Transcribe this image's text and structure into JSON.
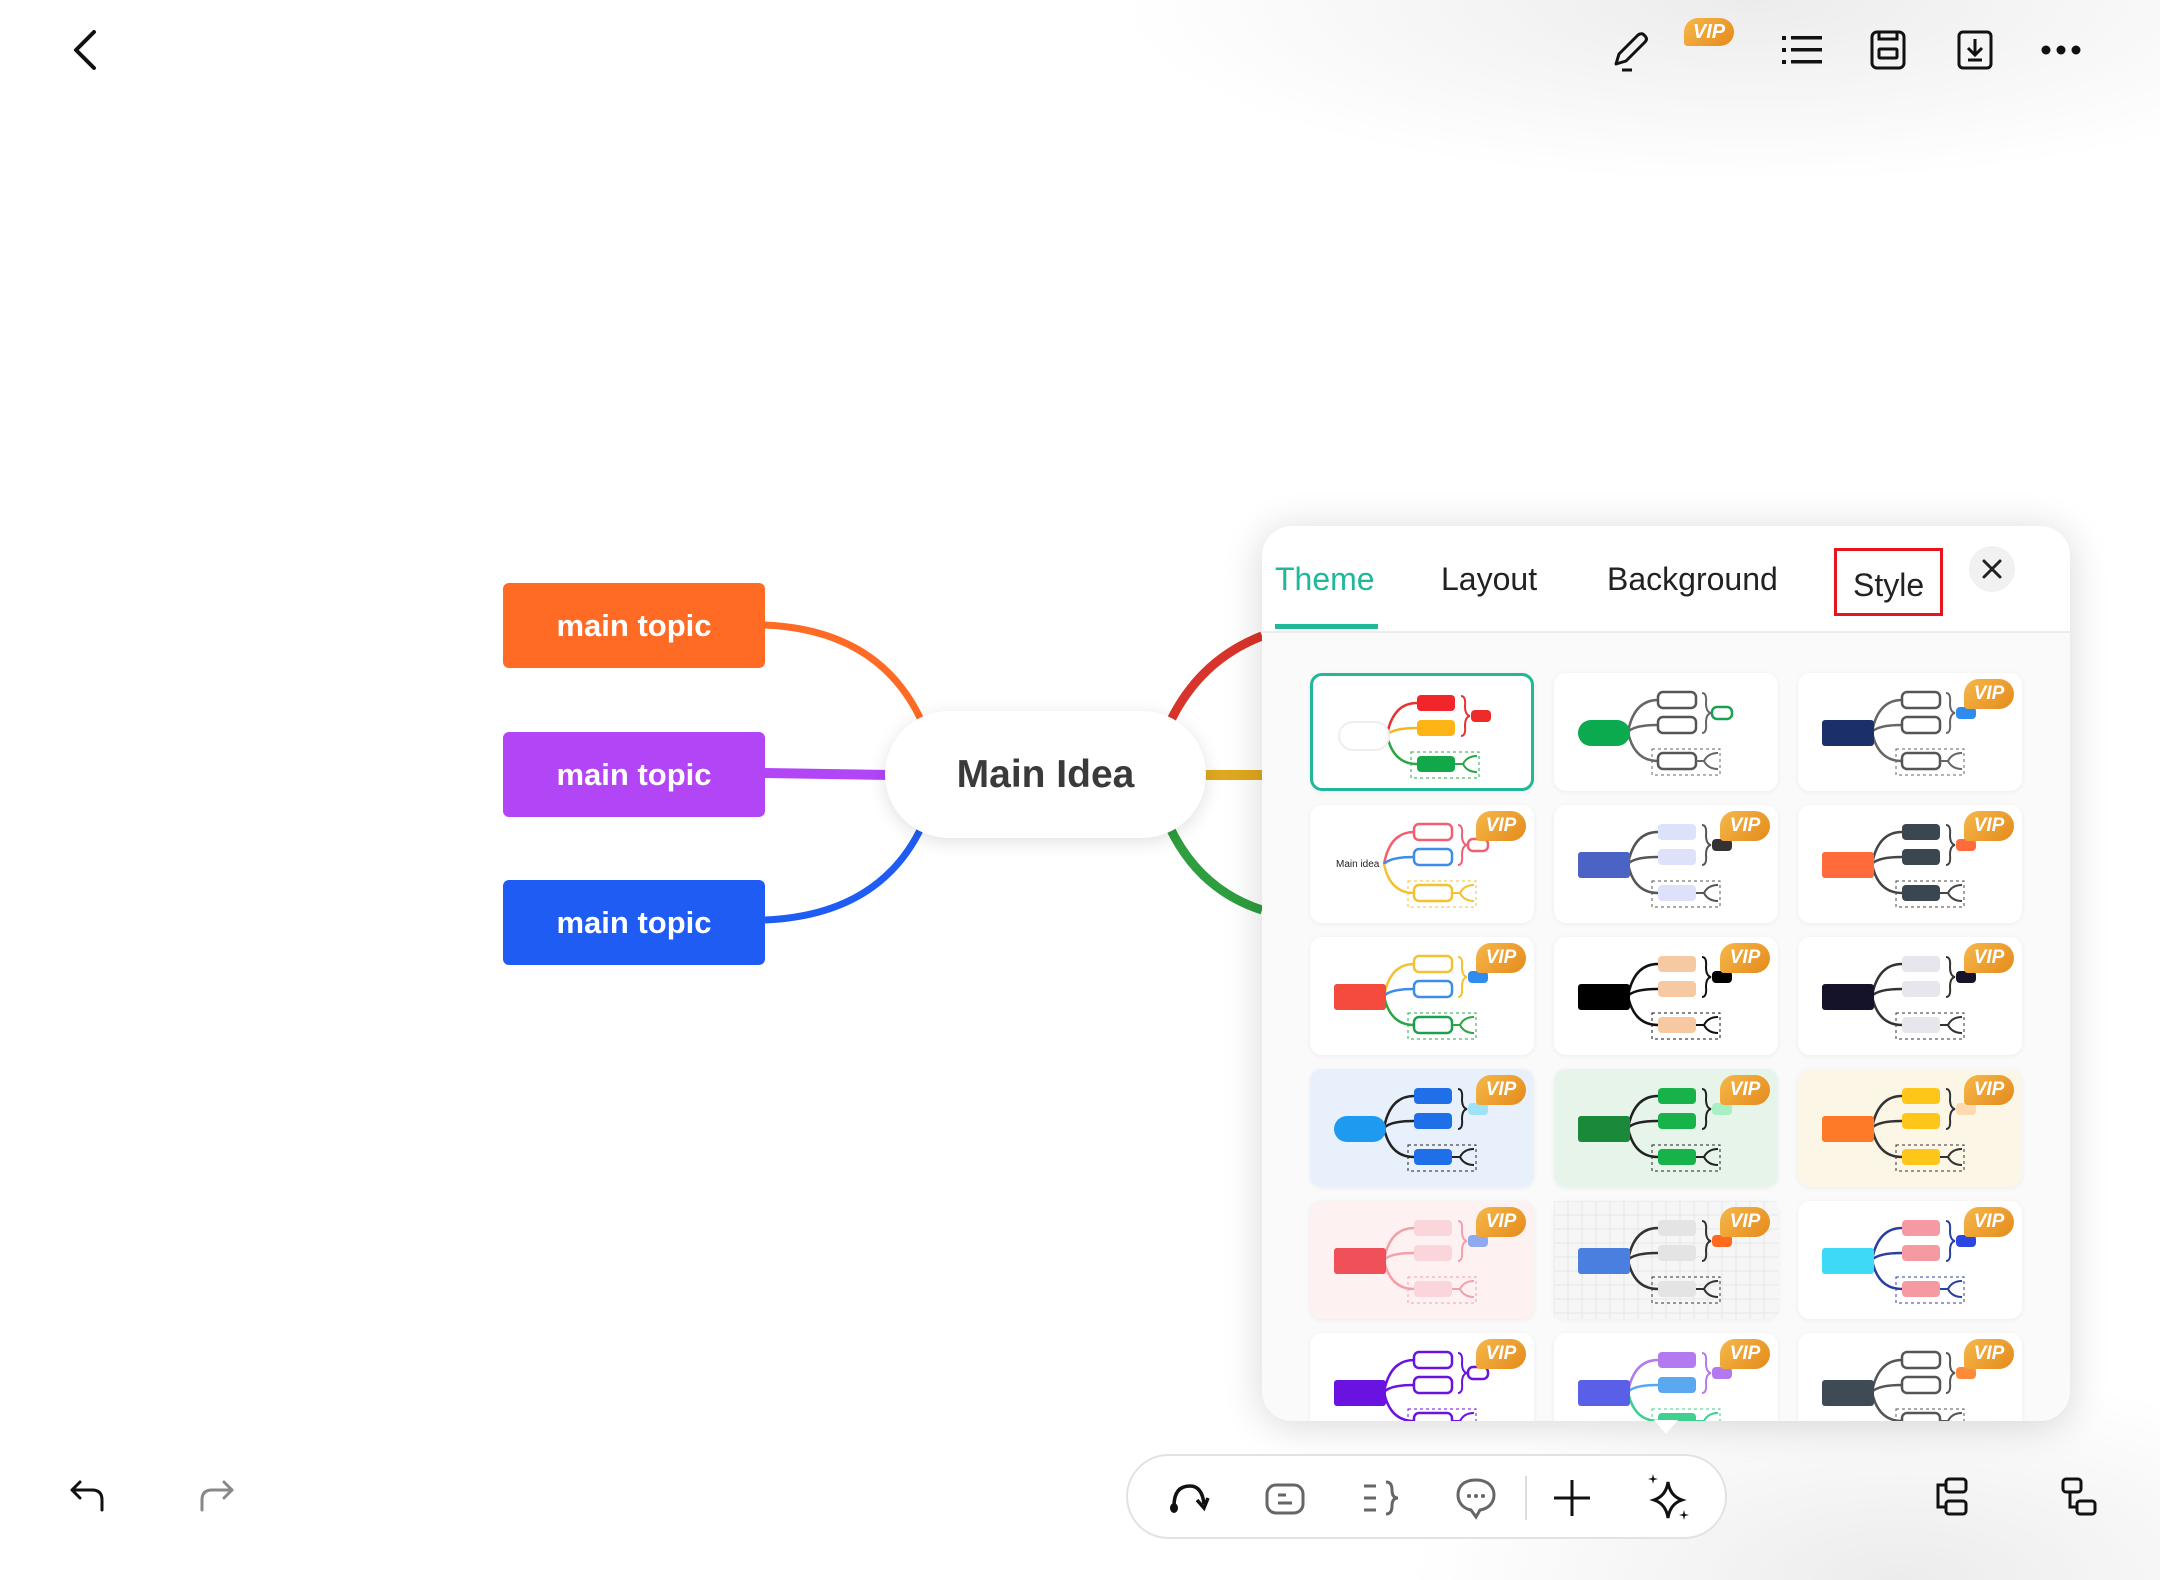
{
  "top_bar": {
    "vip_label": "VIP",
    "icons": [
      "back-icon",
      "pencil-icon",
      "list-icon",
      "save-icon",
      "download-icon",
      "more-icon"
    ]
  },
  "canvas": {
    "main_idea": "Main Idea",
    "topics": [
      {
        "label": "main topic",
        "color": "#FF6B24"
      },
      {
        "label": "main topic",
        "color": "#B246F6"
      },
      {
        "label": "main topic",
        "color": "#1F5CF4"
      }
    ],
    "right_branch_colors": [
      "#D9342B",
      "#E0A81E",
      "#2E9E3E"
    ]
  },
  "panel": {
    "tabs": [
      {
        "label": "Theme",
        "active": true
      },
      {
        "label": "Layout",
        "active": false
      },
      {
        "label": "Background",
        "active": false
      },
      {
        "label": "Style",
        "active": false,
        "highlighted": true
      }
    ],
    "accent": "#1FB99A",
    "vip_label": "VIP",
    "themes": [
      {
        "selected": true,
        "vip": false,
        "root": "#ffffff",
        "root_outline": true,
        "nodes": [
          "#F0262A",
          "#FDB515",
          "#12A84A"
        ],
        "lines": [
          "#E8322D",
          "#F5B520",
          "#2BA545"
        ],
        "accent": "#EE2B2B",
        "bg": "#ffffff"
      },
      {
        "vip": false,
        "root": "#0BAA4F",
        "nodes": [
          "outline",
          "outline",
          "outline"
        ],
        "lines": [
          "#666",
          "#666",
          "#666"
        ],
        "accent": "outline-green",
        "bg": "#ffffff"
      },
      {
        "vip": true,
        "root": "#1B2F6B",
        "nodes": [
          "outline",
          "outline",
          "outline"
        ],
        "lines": [
          "#666",
          "#666",
          "#666"
        ],
        "accent": "#2E8CF0",
        "bg": "#ffffff"
      },
      {
        "vip": true,
        "root_text": "Main idea",
        "root": "none",
        "nodes": [
          "outline-pink",
          "outline-blue",
          "outline-yellow"
        ],
        "lines": [
          "#F06070",
          "#3C8CE8",
          "#F2C230"
        ],
        "accent": "outline-pink",
        "bg": "#ffffff"
      },
      {
        "vip": true,
        "root": "#4A63C4",
        "nodes": [
          "#DDE2FA",
          "#DDE2FA",
          "#DDE2FA"
        ],
        "lines": [
          "#555",
          "#555",
          "#555"
        ],
        "accent": "#333",
        "bg": "#ffffff"
      },
      {
        "vip": true,
        "root": "#FF6B3A",
        "nodes": [
          "#3A4650",
          "#3A4650",
          "#3A4650"
        ],
        "lines": [
          "#444",
          "#444",
          "#444"
        ],
        "accent": "#FF6B3A",
        "bg": "#ffffff"
      },
      {
        "vip": true,
        "root": "#F44B3E",
        "nodes": [
          "outline-yellow",
          "outline-blue",
          "outline-green"
        ],
        "lines": [
          "#F2C230",
          "#3C8CE8",
          "#2BA545"
        ],
        "accent": "#2E8CF0",
        "bg": "#ffffff"
      },
      {
        "vip": true,
        "root": "#000000",
        "nodes": [
          "#F6C9A2",
          "#F6C9A2",
          "#F6C9A2"
        ],
        "lines": [
          "#111",
          "#111",
          "#111"
        ],
        "accent": "#000",
        "bg": "#ffffff"
      },
      {
        "vip": true,
        "root": "#141329",
        "nodes": [
          "#E6E6EC",
          "#E6E6EC",
          "#E6E6EC"
        ],
        "lines": [
          "#333",
          "#333",
          "#333"
        ],
        "accent": "#141329",
        "bg": "#ffffff"
      },
      {
        "vip": true,
        "root": "#1E9BF0",
        "nodes": [
          "#1E6FE8",
          "#1E6FE8",
          "#1E6FE8"
        ],
        "lines": [
          "#222",
          "#222",
          "#222"
        ],
        "accent": "#9EE3F5",
        "bg": "#E8F0FC"
      },
      {
        "vip": true,
        "root": "#1A8A3A",
        "nodes": [
          "#17B24A",
          "#17B24A",
          "#17B24A"
        ],
        "lines": [
          "#222",
          "#222",
          "#222"
        ],
        "accent": "#A8EFC4",
        "bg": "#E6F4EA"
      },
      {
        "vip": true,
        "root": "#FF7A28",
        "nodes": [
          "#FFC61A",
          "#FFC61A",
          "#FFC61A"
        ],
        "lines": [
          "#333",
          "#333",
          "#333"
        ],
        "accent": "#FFD9B0",
        "bg": "#FCF6E6"
      },
      {
        "vip": true,
        "root": "#F0505A",
        "nodes": [
          "#FAD5DA",
          "#FAD5DA",
          "#FAD5DA"
        ],
        "lines": [
          "#F4A0A8",
          "#F4A0A8",
          "#F4A0A8"
        ],
        "accent": "#8FA8F0",
        "bg": "#FDF1F2"
      },
      {
        "vip": true,
        "root": "#4A7FE0",
        "nodes": [
          "#E4E4E4",
          "#E4E4E4",
          "#E4E4E4"
        ],
        "lines": [
          "#333",
          "#333",
          "#333"
        ],
        "accent": "#FF6A1E",
        "bg": "#F6F6F6"
      },
      {
        "vip": true,
        "root": "#3DD9F5",
        "nodes": [
          "#F59AA3",
          "#F59AA3",
          "#F59AA3"
        ],
        "lines": [
          "#2A40A0",
          "#2A40A0",
          "#2A40A0"
        ],
        "accent": "#2B47E0",
        "bg": "#ffffff"
      },
      {
        "vip": true,
        "root": "#6A12E0",
        "nodes": [
          "outline-purple",
          "outline-purple",
          "outline-purple"
        ],
        "lines": [
          "#6A12E0",
          "#6A12E0",
          "#6A12E0"
        ],
        "accent": "outline-purple",
        "bg": "#ffffff"
      },
      {
        "vip": true,
        "root": "#5A5FE8",
        "nodes": [
          "#B37AF0",
          "#5AA8F0",
          "#3FCF8E"
        ],
        "lines": [
          "#B37AF0",
          "#5AA8F0",
          "#3FCF8E"
        ],
        "accent": "#B37AF0",
        "bg": "#ffffff"
      },
      {
        "vip": true,
        "root": "#3E4A55",
        "nodes": [
          "outline",
          "outline",
          "outline"
        ],
        "lines": [
          "#555",
          "#555",
          "#555"
        ],
        "accent": "#FF8A3A",
        "bg": "#ffffff"
      }
    ]
  },
  "bottom_toolbar": {
    "tools": [
      "connect-icon",
      "callout-icon",
      "summary-icon",
      "comment-icon",
      "add-icon",
      "ai-sparkle-icon"
    ]
  }
}
